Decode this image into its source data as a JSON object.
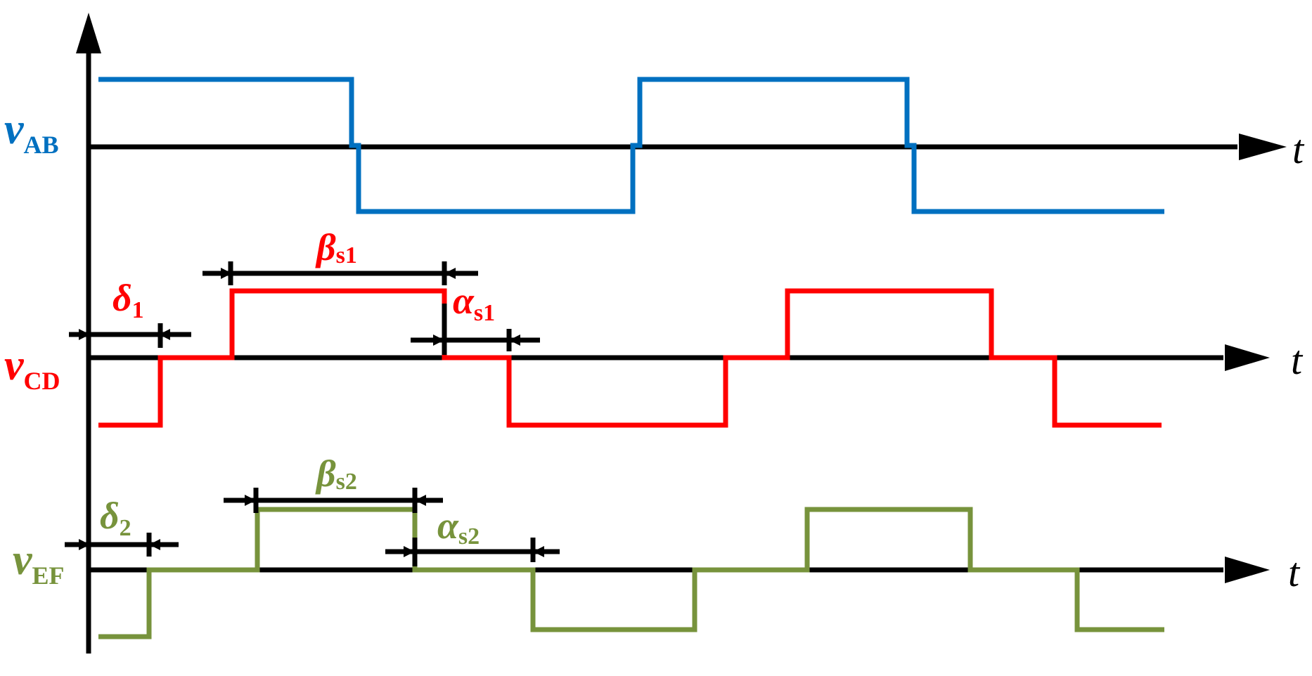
{
  "colors": {
    "axis": "#000000",
    "vab": "#0070c0",
    "vcd": "#ff0000",
    "vef": "#77933c"
  },
  "labels": {
    "vab_main": "v",
    "vab_sub": "AB",
    "vcd_main": "v",
    "vcd_sub": "CD",
    "vef_main": "v",
    "vef_sub": "EF",
    "time_axis": "t"
  },
  "annotations": {
    "delta1_main": "δ",
    "delta1_sub": "1",
    "beta_s1_main": "β",
    "beta_s1_sub": "s1",
    "alpha_s1_main": "α",
    "alpha_s1_sub": "s1",
    "delta2_main": "δ",
    "delta2_sub": "2",
    "beta_s2_main": "β",
    "beta_s2_sub": "s2",
    "alpha_s2_main": "α",
    "alpha_s2_sub": "s2"
  },
  "icons": {
    "axis_arrow": "arrow-head-icon",
    "dimension_arrow": "dimension-arrow-icon"
  }
}
